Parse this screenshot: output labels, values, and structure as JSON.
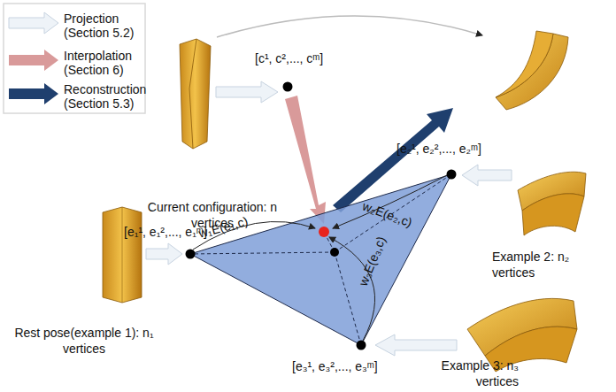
{
  "diagram": {
    "labels": [
      "[c¹, c²,..., cᵐ]",
      "Current configuration: n vertices",
      "[e₁¹, e₁²,..., e₁ᵐ]",
      "[e₂¹, e₂²,..., e₂ᵐ]",
      "[e₃¹, e₃²,..., e₃ᵐ]",
      "w₁E(e₁,c)",
      "w₂E(e₂,c)",
      "w₃E(e₃,c)",
      "Rest pose(example 1): n₁ vertices",
      "Example 2: n₂ vertices",
      "Example 3: n₃ vertices"
    ],
    "legend": [
      {
        "text": "Projection (Section 5.2)"
      },
      {
        "text": "Interpolation (Section 6)"
      },
      {
        "text": "Reconstruction (Section 5.3)"
      }
    ]
  }
}
